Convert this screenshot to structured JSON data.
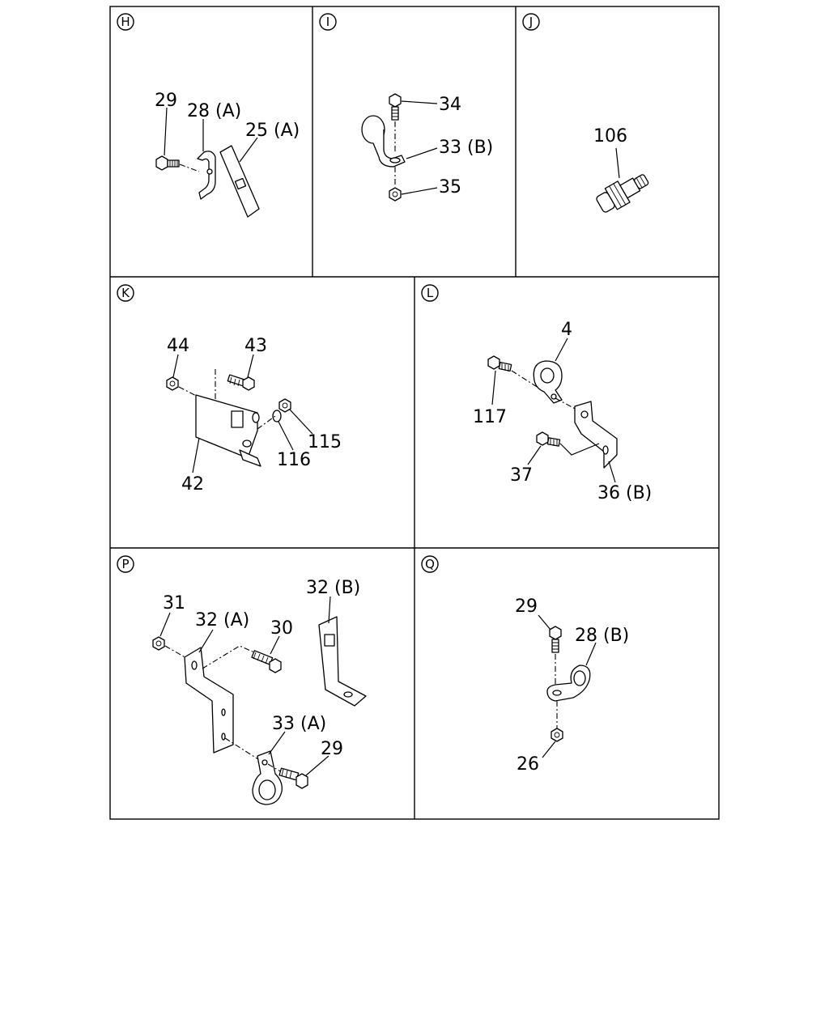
{
  "panels": [
    {
      "id": "H",
      "labels": [
        "29",
        "28 (A)",
        "25 (A)"
      ]
    },
    {
      "id": "I",
      "labels": [
        "34",
        "33 (B)",
        "35"
      ]
    },
    {
      "id": "J",
      "labels": [
        "106"
      ]
    },
    {
      "id": "K",
      "labels": [
        "44",
        "43",
        "115",
        "116",
        "42"
      ]
    },
    {
      "id": "L",
      "labels": [
        "4",
        "117",
        "37",
        "36 (B)"
      ]
    },
    {
      "id": "P",
      "labels": [
        "31",
        "32 (A)",
        "30",
        "32 (B)",
        "33 (A)",
        "29"
      ]
    },
    {
      "id": "Q",
      "labels": [
        "29",
        "28 (B)",
        "26"
      ]
    }
  ]
}
